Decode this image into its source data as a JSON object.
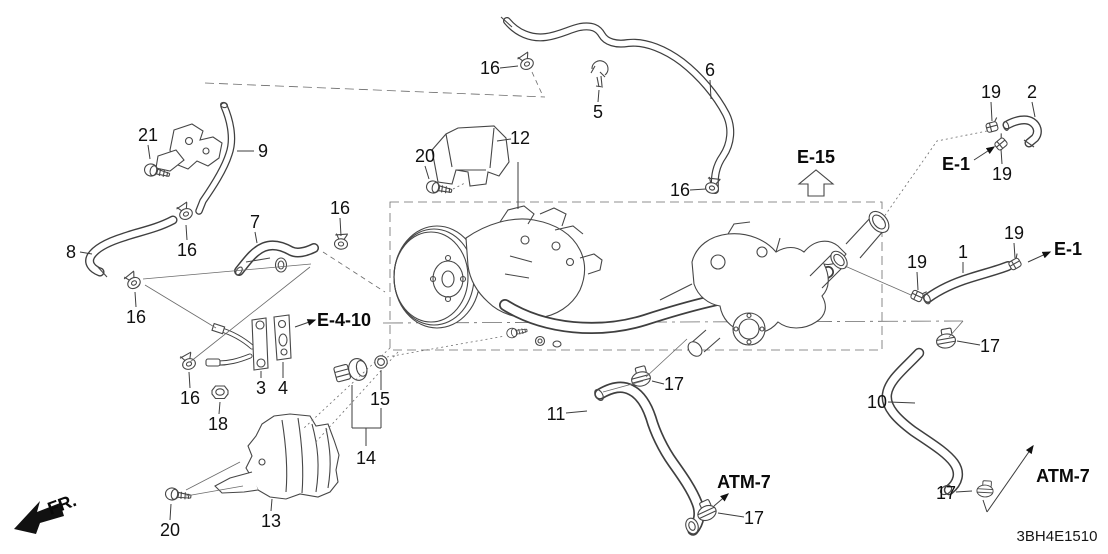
{
  "colors": {
    "background": "#ffffff",
    "line_art": "#474747",
    "text": "#111111"
  },
  "callouts": {
    "c1": "1",
    "c2": "2",
    "c3": "3",
    "c4": "4",
    "c5": "5",
    "c6": "6",
    "c7": "7",
    "c8": "8",
    "c9": "9",
    "c10": "10",
    "c11": "11",
    "c12": "12",
    "c13": "13",
    "c14": "14",
    "c15": "15",
    "c16a": "16",
    "c16b": "16",
    "c16c": "16",
    "c16d": "16",
    "c16e": "16",
    "c16f": "16",
    "c17a": "17",
    "c17b": "17",
    "c17c": "17",
    "c17d": "17",
    "c18": "18",
    "c19a": "19",
    "c19b": "19",
    "c19c": "19",
    "c19d": "19",
    "c20a": "20",
    "c20b": "20",
    "c21": "21"
  },
  "references": {
    "e15": "E-15",
    "e1_top": "E-1",
    "e1_right": "E-1",
    "e4_10": "E-4-10",
    "atm7_center": "ATM-7",
    "atm7_right": "ATM-7"
  },
  "orientation": {
    "front_label": "FR."
  },
  "footer": {
    "diagram_code": "3BH4E1510"
  }
}
